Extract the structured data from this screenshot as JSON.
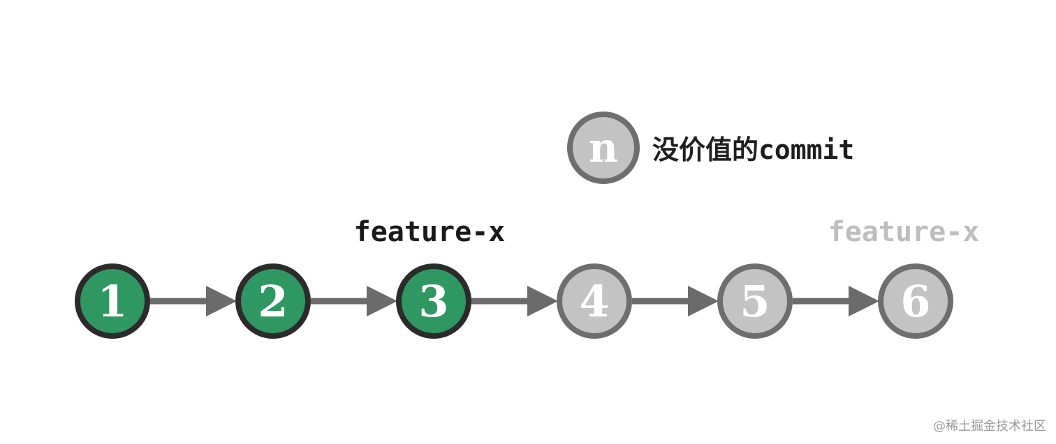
{
  "legend": {
    "symbol": "n",
    "label_cjk": "没价值的",
    "label_latin": "commit"
  },
  "branch_labels": [
    {
      "text": "feature-x",
      "state": "current"
    },
    {
      "text": "feature-x",
      "state": "faded"
    }
  ],
  "commits": [
    {
      "label": "1",
      "state": "kept"
    },
    {
      "label": "2",
      "state": "kept"
    },
    {
      "label": "3",
      "state": "kept"
    },
    {
      "label": "4",
      "state": "worthless"
    },
    {
      "label": "5",
      "state": "worthless"
    },
    {
      "label": "6",
      "state": "worthless"
    }
  ],
  "colors": {
    "kept_fill": "#2f9762",
    "kept_stroke": "#2b2b2b",
    "worthless_fill": "#c3c3c3",
    "worthless_stroke": "#6e6e6e",
    "arrow": "#6b6b6b",
    "label_current": "#1a1a1a",
    "label_faded": "#bdbdbd"
  },
  "watermark": "@稀土掘金技术社区"
}
